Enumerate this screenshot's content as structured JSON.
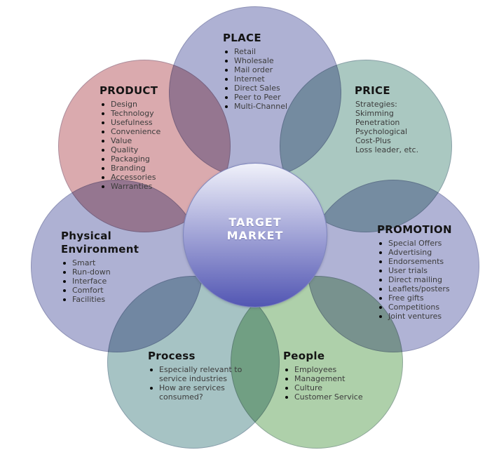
{
  "center": {
    "label": "TARGET MARKET",
    "color_top": "#f0f1fa",
    "color_bottom": "#5256b3",
    "text_color": "#ffffff"
  },
  "sections": [
    {
      "id": "place",
      "title": "PLACE",
      "color": "#aeb1d3",
      "items": [
        "Retail",
        "Wholesale",
        "Mail order",
        "Internet",
        "Direct Sales",
        "Peer to Peer",
        "Multi-Channel"
      ]
    },
    {
      "id": "product",
      "title": "PRODUCT",
      "color": "#daaaae",
      "items": [
        "Design",
        "Technology",
        "Usefulness",
        "Convenience",
        "Value",
        "Quality",
        "Packaging",
        "Branding",
        "Accessories",
        "Warranties"
      ]
    },
    {
      "id": "price",
      "title": "PRICE",
      "color": "#aac8c1",
      "items": [
        "Strategies:",
        "Skimming",
        "Penetration",
        "Psychological",
        "Cost-Plus",
        "Loss leader, etc."
      ]
    },
    {
      "id": "promotion",
      "title": "PROMOTION",
      "color": "#b0b3d5",
      "items": [
        "Special Offers",
        "Advertising",
        "Endorsements",
        "User trials",
        "Direct mailing",
        "Leaflets/posters",
        "Free gifts",
        "Competitions",
        "Joint ventures"
      ]
    },
    {
      "id": "physical-environment",
      "title": "Physical Environment",
      "color": "#aeb1d3",
      "items": [
        "Smart",
        "Run-down",
        "Interface",
        "Comfort",
        "Facilities"
      ]
    },
    {
      "id": "process",
      "title": "Process",
      "color": "#a6c3c4",
      "items": [
        "Especially relevant to service industries",
        "How are services consumed?"
      ]
    },
    {
      "id": "people",
      "title": "People",
      "color": "#aed0aa",
      "items": [
        "Employees",
        "Management",
        "Culture",
        "Customer Service"
      ]
    }
  ]
}
